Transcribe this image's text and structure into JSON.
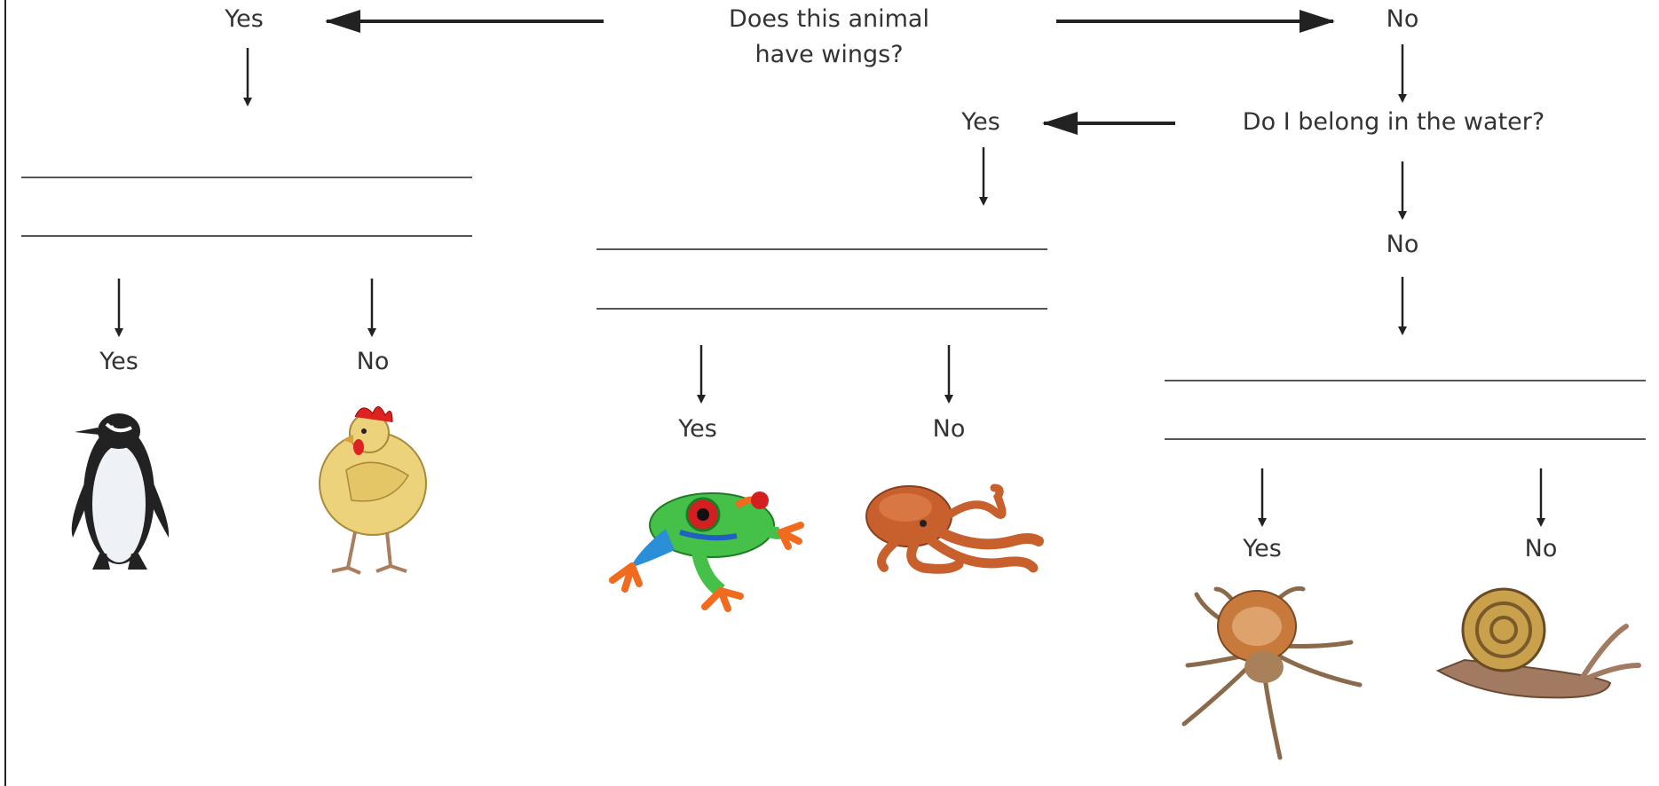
{
  "questions": {
    "wings": "Does this animal have wings?",
    "water": "Do I belong in the water?"
  },
  "answers": {
    "yes": "Yes",
    "no": "No"
  },
  "icons": [
    "penguin-icon",
    "chicken-icon",
    "frog-icon",
    "octopus-icon",
    "spider-icon",
    "snail-icon"
  ],
  "colors": {
    "text": "#333333",
    "lines": "#555555",
    "arrows": "#222222"
  }
}
